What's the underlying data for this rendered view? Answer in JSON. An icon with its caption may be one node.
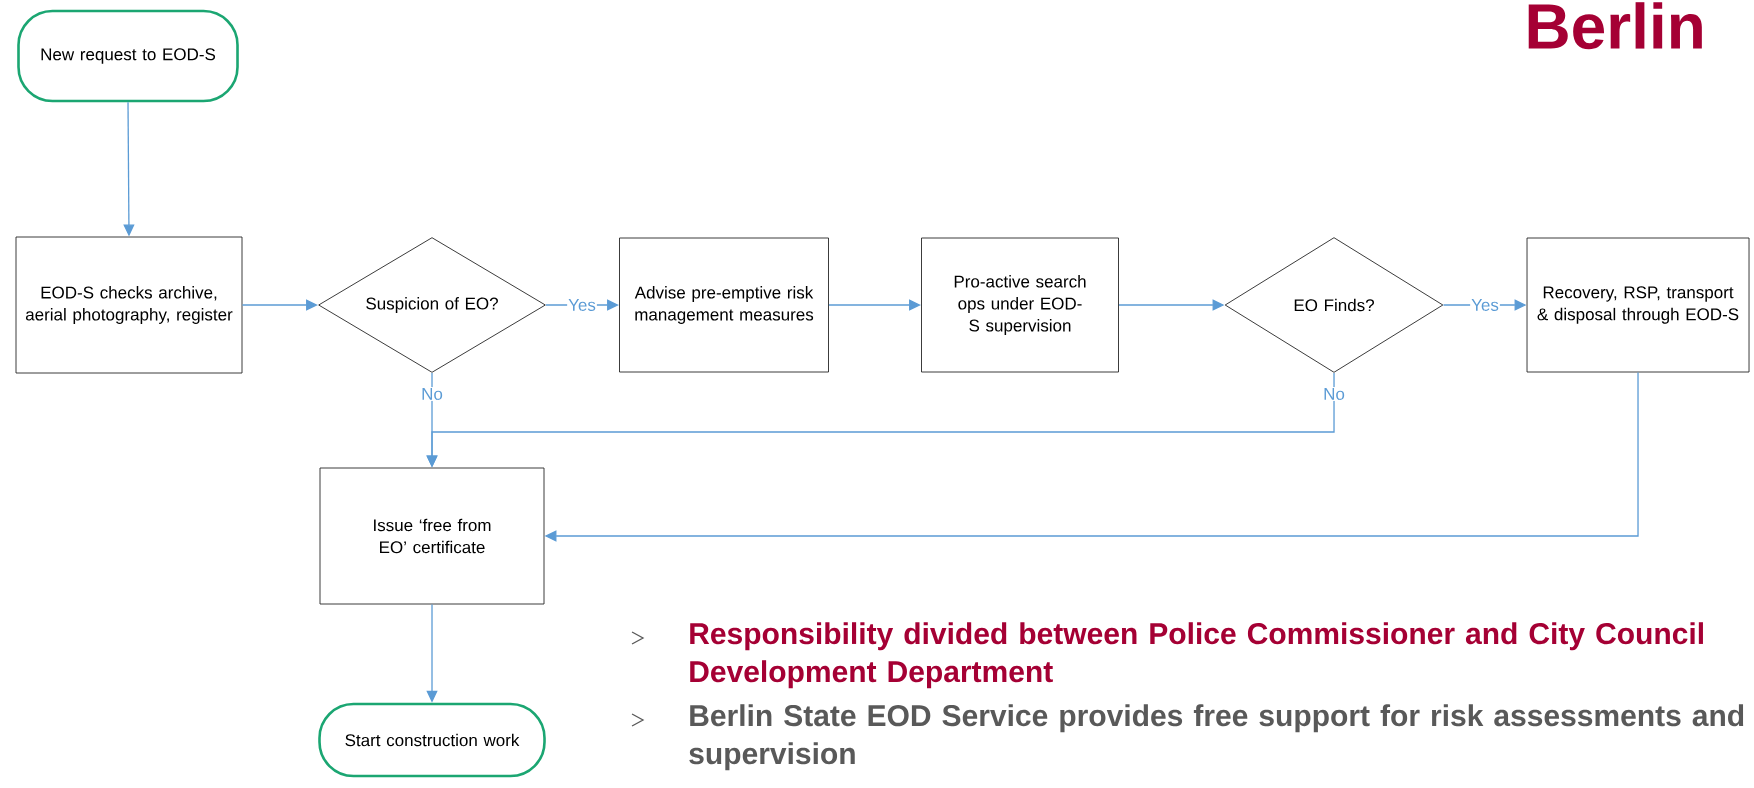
{
  "diagram": {
    "title": "Berlin",
    "nodes": [
      {
        "text": [
          "New request to EOD-S"
        ]
      },
      {
        "text": [
          "EOD-S checks archive, aerial photography, register"
        ]
      },
      {
        "text": [
          "Suspicion of EO?"
        ]
      },
      {
        "text": [
          "Advise pre-emptive risk management measures"
        ]
      },
      {
        "text": [
          "Pro-active search ops under EOD-S supervision"
        ]
      },
      {
        "text": [
          "EO Finds?"
        ]
      },
      {
        "text": [
          "Recovery, RSP, transport & disposal through EOD-S"
        ]
      },
      {
        "text": [
          "Issue ‘free from EO’ certificate"
        ]
      },
      {
        "text": [
          "Start construction work"
        ]
      }
    ],
    "edges": [
      {
        "from": 0,
        "to": 1,
        "arrow": "to"
      },
      {
        "from": 1,
        "to": 2,
        "arrow": "to"
      },
      {
        "from": 2,
        "to": 3,
        "arrow": "to",
        "label": "Yes"
      },
      {
        "from": 3,
        "to": 4,
        "arrow": "to"
      },
      {
        "from": 4,
        "to": 5,
        "arrow": "to"
      },
      {
        "from": 5,
        "to": 6,
        "arrow": "to",
        "label": "Yes"
      },
      {
        "from": 2,
        "to": 7,
        "arrow": "to",
        "label": "No"
      },
      {
        "from": 5,
        "to": 7,
        "arrow": "to",
        "label": "No"
      },
      {
        "from": 6,
        "to": 7,
        "arrow": "to"
      },
      {
        "from": 7,
        "to": 8,
        "arrow": "to"
      }
    ],
    "labels": [
      "Responsibility divided between Police Commissioner and City Council Development Department",
      "Berlin State EOD Service provides free support for risk assessments and supervision"
    ]
  }
}
